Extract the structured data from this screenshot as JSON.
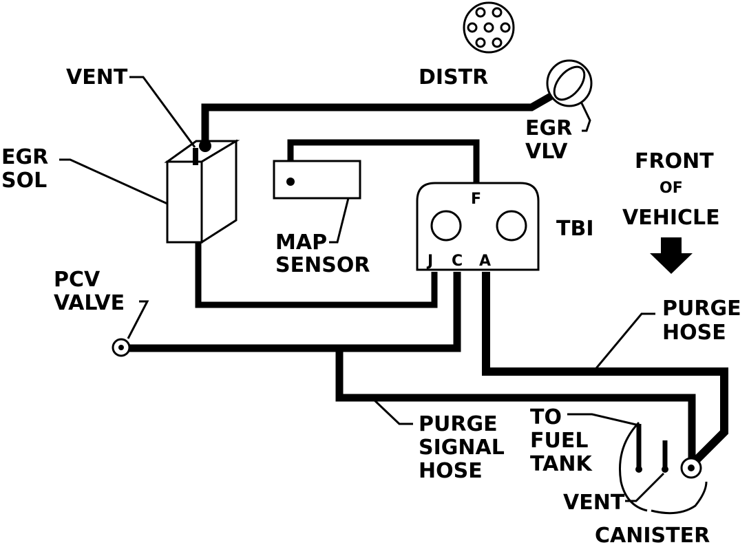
{
  "labels": {
    "vent_top": "VENT",
    "egr_sol_1": "EGR",
    "egr_sol_2": "SOL",
    "distr": "DISTR",
    "egr_vlv_1": "EGR",
    "egr_vlv_2": "VLV",
    "front_1": "FRONT",
    "front_2": "OF",
    "front_3": "VEHICLE",
    "tbi": "TBI",
    "port_f": "F",
    "port_j": "J",
    "port_c": "C",
    "port_a": "A",
    "map_1": "MAP",
    "map_2": "SENSOR",
    "pcv_1": "PCV",
    "pcv_2": "VALVE",
    "purge_hose_1": "PURGE",
    "purge_hose_2": "HOSE",
    "purge_signal_1": "PURGE",
    "purge_signal_2": "SIGNAL",
    "purge_signal_3": "HOSE",
    "fuel_1": "TO",
    "fuel_2": "FUEL",
    "fuel_3": "TANK",
    "vent_canister": "VENT",
    "canister": "CANISTER"
  },
  "colors": {
    "ink": "#000000",
    "paper": "#ffffff"
  }
}
